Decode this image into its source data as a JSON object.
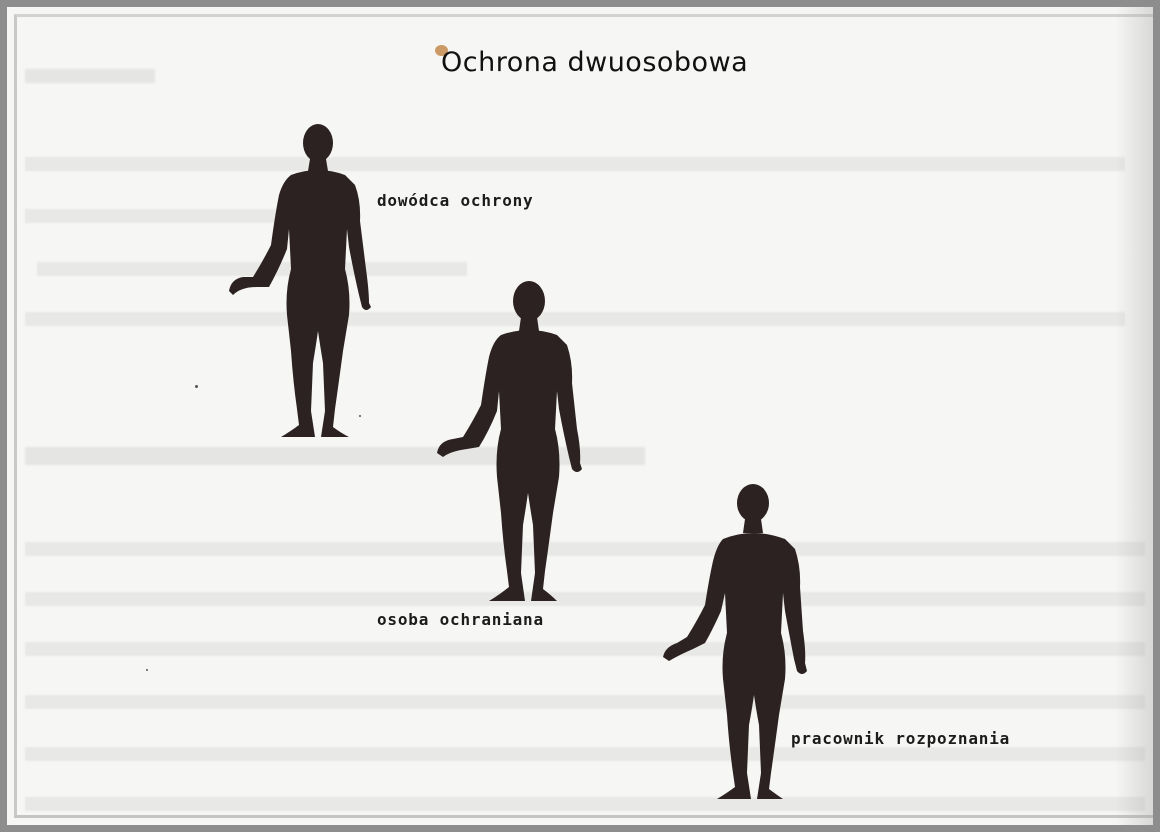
{
  "title": "Ochrona dwuosobowa",
  "figures": [
    {
      "label": "dowódca ochrony"
    },
    {
      "label": "osoba ochraniana"
    },
    {
      "label": "pracownik rozpoznania"
    }
  ],
  "colors": {
    "figure": "#2c2222",
    "text": "#111111",
    "paper": "#f6f6f4"
  }
}
